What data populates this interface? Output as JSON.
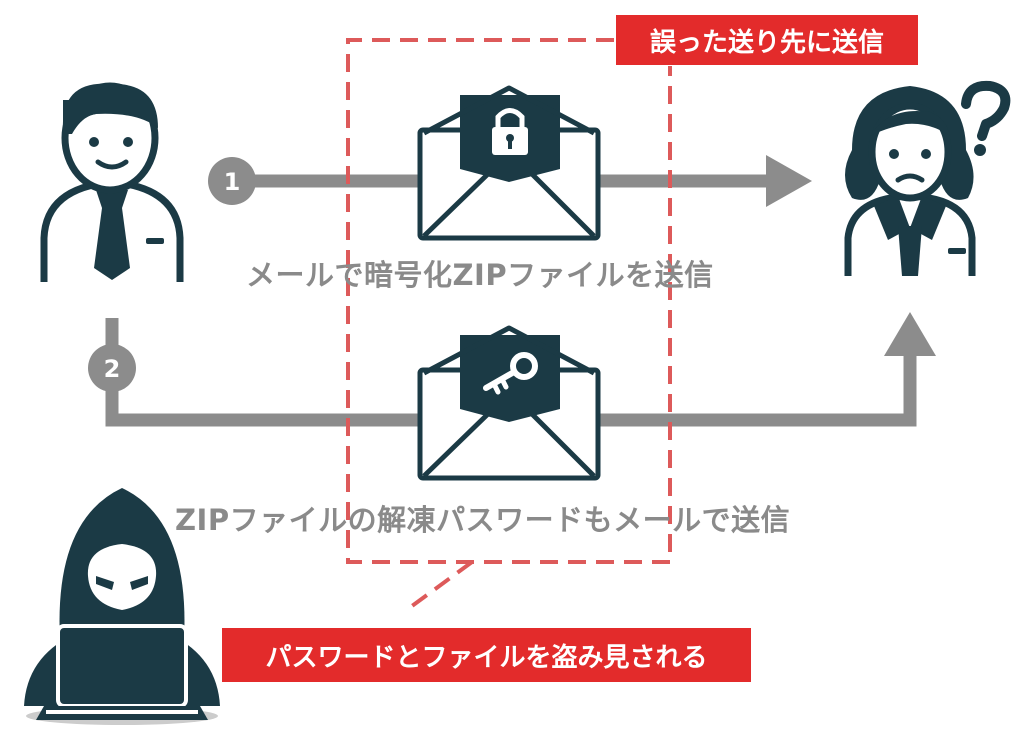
{
  "labels": {
    "step1_text": "メールで暗号化ZIPファイルを送信",
    "step2_text": "ZIPファイルの解凍パスワードもメールで送信",
    "wrong_recipient": "誤った送り先に送信",
    "stolen": "パスワードとファイルを盗み見される"
  },
  "steps": {
    "one": "1",
    "two": "2"
  },
  "icons": {
    "sender": "businessman-icon",
    "recipient": "confused-woman-icon",
    "question": "question-mark-icon",
    "mail_locked": "envelope-lock-icon",
    "mail_key": "envelope-key-icon",
    "attacker": "hooded-hacker-laptop-icon"
  },
  "colors": {
    "dark": "#1b3a45",
    "arrow": "#8c8c8c",
    "accent": "#e32b2b",
    "dash": "#dd5a5a"
  }
}
